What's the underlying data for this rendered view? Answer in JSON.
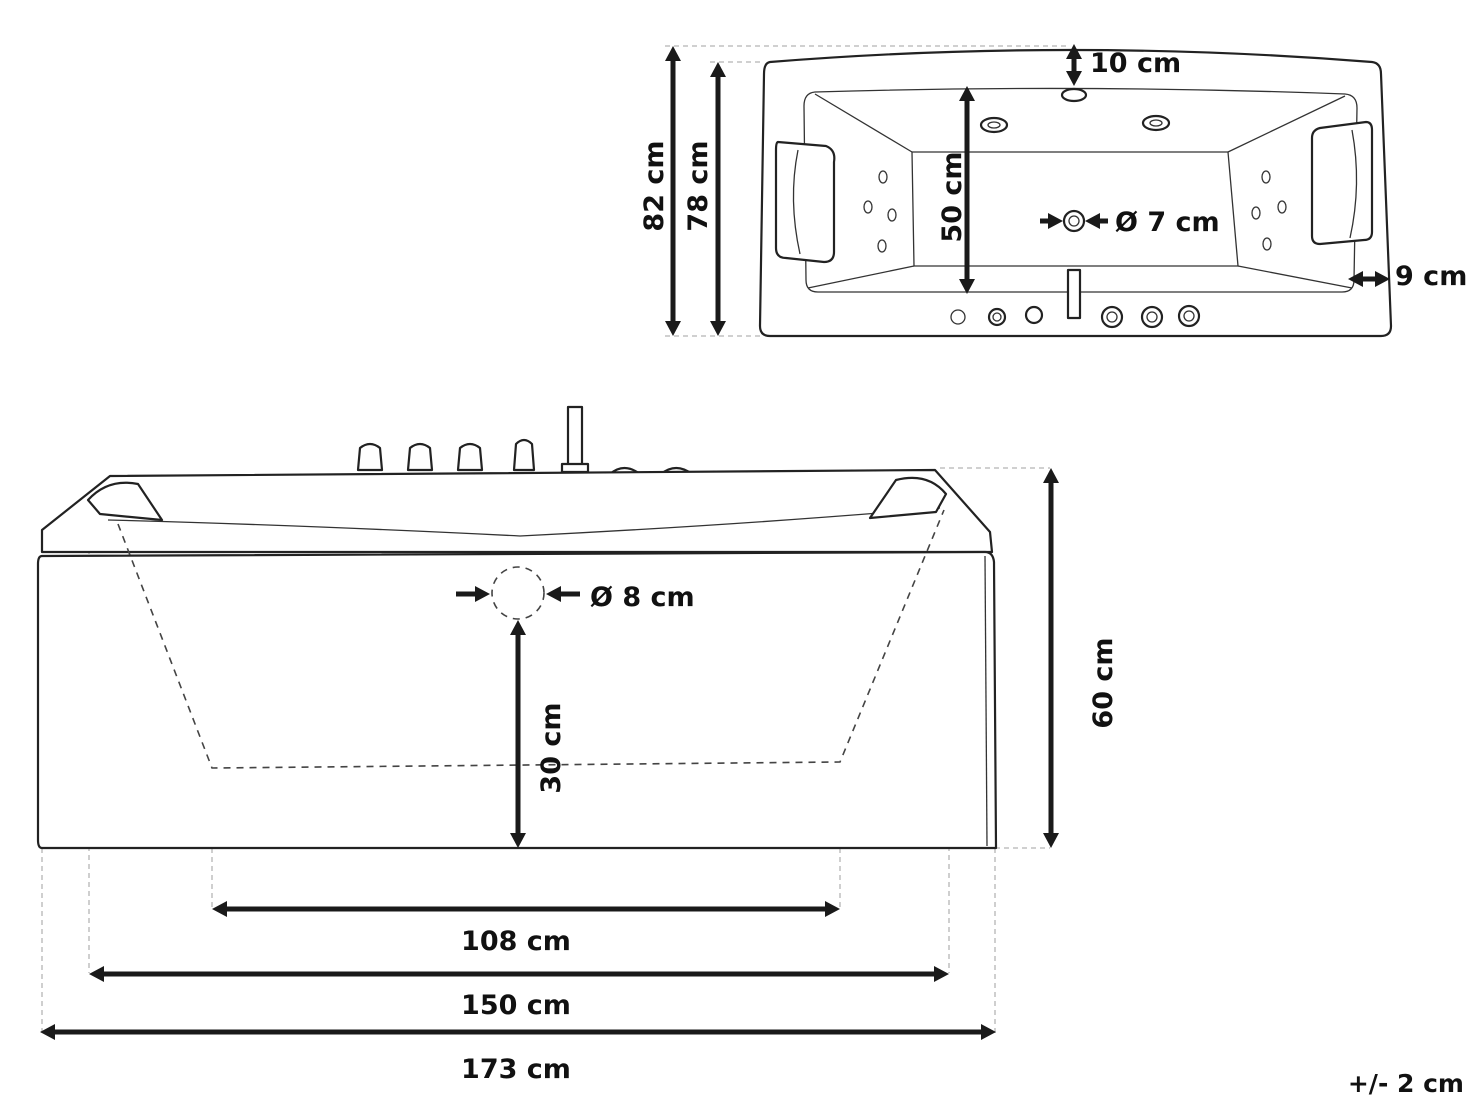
{
  "top_view": {
    "length_outer": "82 cm",
    "length_inner": "78 cm",
    "rim_top": "10 cm",
    "basin_depth": "50 cm",
    "drain_diameter": "Ø 7 cm",
    "rim_side": "9 cm"
  },
  "front_view": {
    "overflow_diameter": "Ø 8 cm",
    "overflow_height": "30 cm",
    "height": "60 cm",
    "bottom_length": "108 cm",
    "inner_length": "150 cm",
    "overall_length": "173 cm"
  },
  "tolerance": "+/- 2 cm"
}
